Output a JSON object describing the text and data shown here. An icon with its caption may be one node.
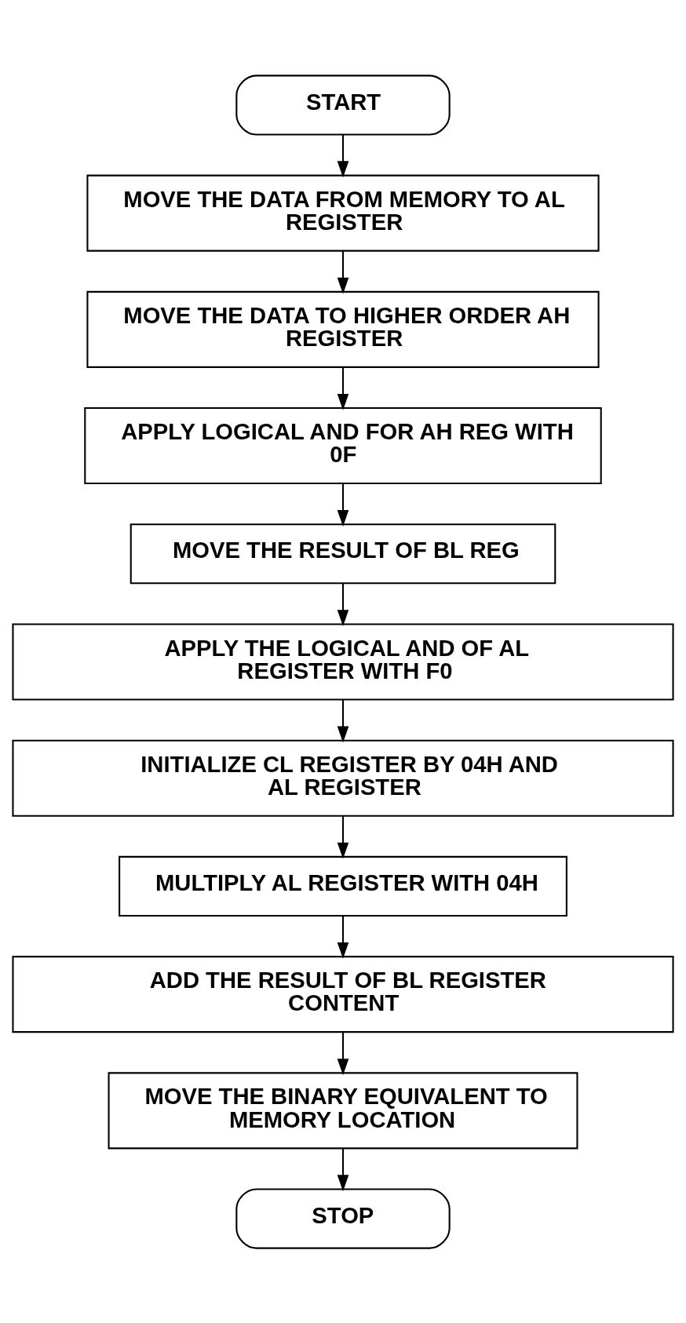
{
  "diagram": {
    "nodes": [
      {
        "text": [
          "START"
        ]
      },
      {
        "text": [
          "MOVE THE DATA FROM MEMORY TO AL REGISTER"
        ]
      },
      {
        "text": [
          "MOVE THE DATA TO HIGHER ORDER AH REGISTER"
        ]
      },
      {
        "text": [
          "APPLY LOGICAL AND FOR AH REG WITH 0F"
        ]
      },
      {
        "text": [
          "MOVE THE RESULT OF BL REG"
        ]
      },
      {
        "text": [
          "APPLY THE LOGICAL AND OF AL REGISTER WITH F0"
        ]
      },
      {
        "text": [
          "INITIALIZE CL REGISTER BY 04H AND AL REGISTER"
        ]
      },
      {
        "text": [
          "MULTIPLY AL REGISTER WITH 04H"
        ]
      },
      {
        "text": [
          "ADD THE RESULT OF BL REGISTER CONTENT"
        ]
      },
      {
        "text": [
          "MOVE THE BINARY EQUIVALENT TO MEMORY LOCATION"
        ]
      },
      {
        "text": [
          "STOP"
        ]
      }
    ],
    "edges": [
      {
        "from": 0,
        "to": 1,
        "arrow": "to"
      },
      {
        "from": 1,
        "to": 2,
        "arrow": "to"
      },
      {
        "from": 2,
        "to": 3,
        "arrow": "to"
      },
      {
        "from": 3,
        "to": 4,
        "arrow": "to"
      },
      {
        "from": 4,
        "to": 5,
        "arrow": "to"
      },
      {
        "from": 5,
        "to": 6,
        "arrow": "to"
      },
      {
        "from": 6,
        "to": 7,
        "arrow": "to"
      },
      {
        "from": 7,
        "to": 8,
        "arrow": "to"
      },
      {
        "from": 8,
        "to": 9,
        "arrow": "to"
      },
      {
        "from": 9,
        "to": 10,
        "arrow": "to"
      }
    ]
  }
}
